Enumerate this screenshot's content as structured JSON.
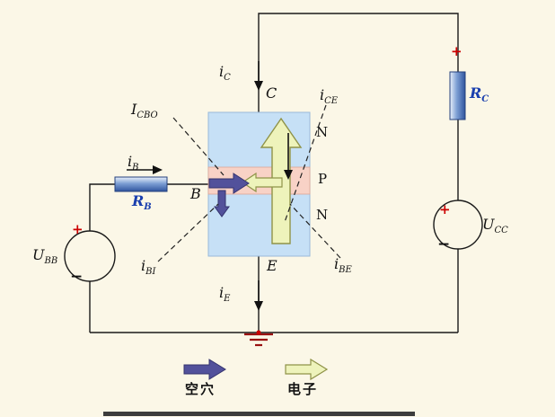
{
  "colors": {
    "background": "#fbf7e7",
    "wire": "#1a1a1a",
    "block_fill": "#c6e0f6",
    "p_stripe_fill": "#f8d2c6",
    "electron_fill": "#eef3bb",
    "electron_border": "#8f9348",
    "hole_fill": "#52519b",
    "hole_border": "#34336e",
    "resistor_label_blue": "#1a3fae",
    "plus_red": "#cc0000",
    "ground_red": "#991111"
  },
  "labels": {
    "collector_current": {
      "base": "i",
      "sub": "C"
    },
    "collector_terminal": "C",
    "ice_current": {
      "base": "i",
      "sub": "CE"
    },
    "icbo_current": {
      "base": "I",
      "sub": "CBO"
    },
    "region_n_top": "N",
    "region_p": "P",
    "region_n_bottom": "N",
    "base_current": {
      "base": "i",
      "sub": "B"
    },
    "rb_resistor": {
      "base": "R",
      "sub": "B"
    },
    "base_terminal": "B",
    "ibi_current": {
      "base": "i",
      "sub": "BI"
    },
    "ibe_current": {
      "base": "i",
      "sub": "BE"
    },
    "emitter_terminal": "E",
    "emitter_current": {
      "base": "i",
      "sub": "E"
    },
    "ubb_source": {
      "base": "U",
      "sub": "BB"
    },
    "ucc_source": {
      "base": "U",
      "sub": "CC"
    },
    "rc_resistor": {
      "base": "R",
      "sub": "C"
    },
    "plus": "+",
    "minus": "−"
  },
  "legend": {
    "holes": "空穴",
    "electrons": "电子"
  }
}
